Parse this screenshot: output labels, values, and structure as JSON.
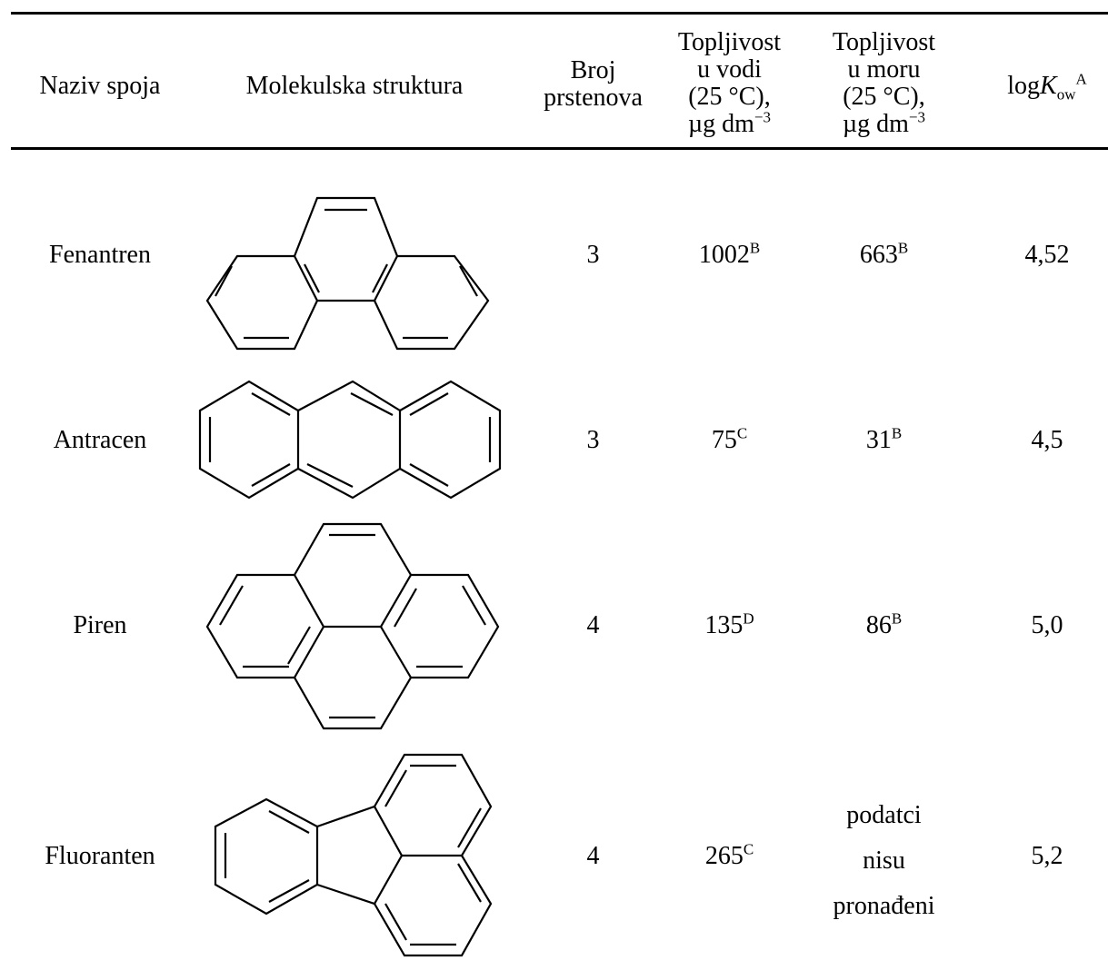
{
  "headers": {
    "name": "Naziv spoja",
    "structure": "Molekulska struktura",
    "rings": [
      "Broj",
      "prstenova"
    ],
    "water": [
      "Topljivost",
      "u vodi",
      "(25 °C),",
      "µg dm"
    ],
    "water_exp": "−3",
    "sea": [
      "Topljivost",
      "u moru",
      "(25 °C),",
      "µg dm"
    ],
    "sea_exp": "−3",
    "logk_prefix": "log",
    "logk_K": "K",
    "logk_sub": "ow",
    "logk_sup": "A"
  },
  "rows": [
    {
      "name": "Fenantren",
      "structure_icon": "phenanthrene-structure",
      "rings": "3",
      "water": "1002",
      "water_ref": "B",
      "sea": "663",
      "sea_ref": "B",
      "sea_text": [],
      "logk": "4,52"
    },
    {
      "name": "Antracen",
      "structure_icon": "anthracene-structure",
      "rings": "3",
      "water": "75",
      "water_ref": "C",
      "sea": "31",
      "sea_ref": "B",
      "sea_text": [],
      "logk": "4,5"
    },
    {
      "name": "Piren",
      "structure_icon": "pyrene-structure",
      "rings": "4",
      "water": "135",
      "water_ref": "D",
      "sea": "86",
      "sea_ref": "B",
      "sea_text": [],
      "logk": "5,0"
    },
    {
      "name": "Fluoranten",
      "structure_icon": "fluoranthene-structure",
      "rings": "4",
      "water": "265",
      "water_ref": "C",
      "sea": "",
      "sea_ref": "",
      "sea_text": [
        "podatci nisu",
        "pronađeni"
      ],
      "logk": "5,2"
    }
  ]
}
